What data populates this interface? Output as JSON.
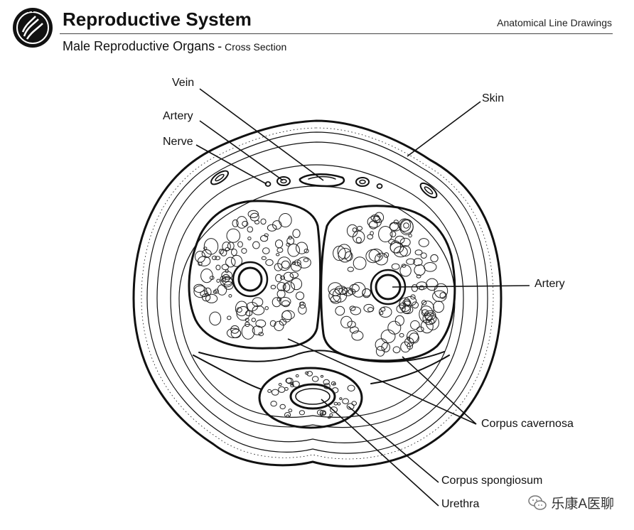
{
  "header": {
    "title": "Reproductive System",
    "series": "Anatomical Line Drawings",
    "subtitle": "Male Reproductive Organs",
    "subtitle_sep": "-",
    "subtitle_small": "Cross Section"
  },
  "labels": {
    "vein": "Vein",
    "artery_top": "Artery",
    "nerve": "Nerve",
    "skin": "Skin",
    "artery_right": "Artery",
    "corpus_cavernosa": "Corpus cavernosa",
    "corpus_spongiosum": "Corpus spongiosum",
    "urethra": "Urethra"
  },
  "watermark": {
    "text": "乐康A医聊"
  },
  "colors": {
    "line": "#111111",
    "background": "#ffffff"
  }
}
